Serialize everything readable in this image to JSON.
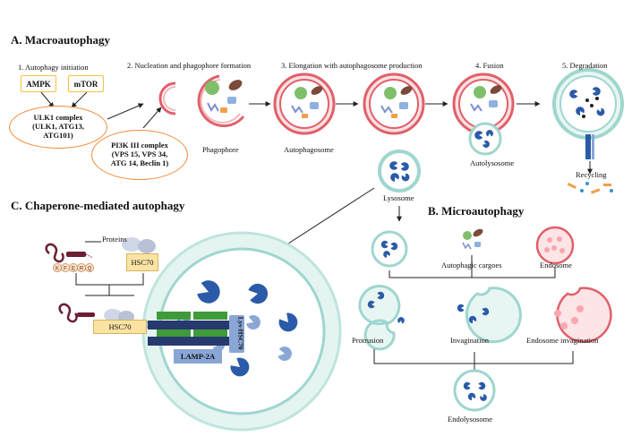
{
  "sections": {
    "macro": "A. Macroautophagy",
    "cma": "C. Chaperone-mediated autophagy",
    "micro": "B. Microautophagy"
  },
  "macro_steps": {
    "s1": "1. Autophagy initiation",
    "s2": "2. Nucleation and phagophore formation",
    "s3": "3. Elongation with autophagosome production",
    "s4": "4. Fusion",
    "s5": "5. Degradation"
  },
  "initiation": {
    "ampk": "AMPK",
    "mtor": "mTOR",
    "ulk1": "ULK1 complex\n(ULK1, ATG13,\nATG101)"
  },
  "nucleation": {
    "pi3k": "PI3K III complex\n(VPS 15, VPS 34,\nATG 14, Beclin 1)"
  },
  "labels": {
    "phagophore": "Phagophore",
    "autophagosome": "Autophagosome",
    "autolysosome": "Autolysosome",
    "recycling": "Recycling",
    "lysosome": "Lysosome",
    "autophagic_cargoes": "Autophagic cargoes",
    "endosome": "Endosome",
    "protrusion": "Protrusion",
    "invagination": "Invagination",
    "endosome_invagination": "Endosome invagination",
    "endolysosome": "Endolysosome"
  },
  "cma": {
    "proteins": "Proteins",
    "motif": [
      "K",
      "F",
      "E",
      "R",
      "Q"
    ],
    "hsc70_top": "HSC70",
    "hsc70_bottom": "HSC70",
    "lamp2a": "LAMP-2A",
    "lys_hsc70": "Lys-HSC70"
  },
  "colors": {
    "membrane_red": "#e0606a",
    "membrane_teal": "#9fd6cf",
    "enzyme_blue": "#2b5ba8",
    "lamp_green": "#3f9a3a",
    "hsc_yellow": "#fbe3a4",
    "oval_orange": "#f08a36",
    "box_yellow": "#f3c23c"
  }
}
